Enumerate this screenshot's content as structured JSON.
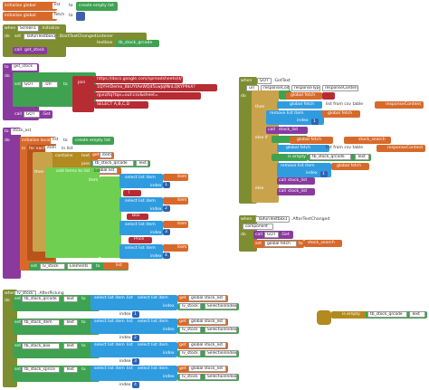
{
  "top_blocks": {
    "init_global_1": "initialize global",
    "init_global_1_var": "list",
    "init_global_1_to": "to",
    "init_global_1_value": "create empty list",
    "init_global_2": "initialize global",
    "init_global_2_var": "fetch",
    "init_global_2_to": "to"
  },
  "screen_init": {
    "when": "when",
    "component": "Screen1",
    "event": ".Initialize",
    "do": "do",
    "set_label": "set",
    "target": "TaifunTextbox1",
    "property": ".StartTextChangedListener",
    "textbox_label": "textbox",
    "textbox_value": "tb_stock_qrcode",
    "call_label": "call",
    "call_proc": "get_stock"
  },
  "to_get_stock": {
    "to": "to",
    "name": "get_stock",
    "do": "do",
    "set": "set",
    "target": "GOT",
    "property": ".Url",
    "to_label": "to",
    "join": "join",
    "url1": "https://docs.google.com/spreadsheets/d/",
    "url2": "1QYHrDemo_6bUYtAeWQd5LwJqtNnLQKYP9kX?",
    "url3": "/gviz/tq?tqx=out:csv&sheet=",
    "url4": "SELECT A,B,C,D",
    "call_label": "call",
    "call_target": "GOT",
    "call_method": ".Get"
  },
  "to_stock_list": {
    "to": "to",
    "name": "stock_list",
    "do": "do",
    "init_local": "initialize local",
    "local_var": "list",
    "local_to": "to",
    "local_value": "create empty list",
    "in": "in",
    "for_each": "for each",
    "item": "item",
    "in_list": "in list",
    "contains_label": "contains",
    "contains_text": "text",
    "piece_label": "piece",
    "piece_target": "tb_stock_qrcode",
    "piece_prop": "Text",
    "get_label": "get",
    "global_list": "global list",
    "then": "then",
    "add_items": "add items to list",
    "list_label": "list",
    "get_list": "list",
    "item_label": "item",
    "select_list_item": "select list item",
    "list_kw": "list",
    "get_item": "item",
    "index_kw": "index",
    "idx1": "1",
    "idx2": "2",
    "idx3": "3",
    "idx4": "4",
    "sep1": "|",
    "sep2": "Box",
    "sep3": "Price",
    "set_elements": "set",
    "elements_target": "lv_stock",
    "elements_prop": "Elements",
    "elements_to": "to",
    "get_list2": "list"
  },
  "got_event": {
    "when": "when",
    "component": "GOT",
    "event": ".GotText",
    "args": [
      "url",
      "responseCode",
      "responseType",
      "responseContent"
    ],
    "do": "do",
    "set_label": "set",
    "global_fetch": "global fetch",
    "to_label": "to",
    "list_from_csv": "list from csv table",
    "text_label": "text",
    "get_response": "responseContent",
    "then": "then",
    "remove_list_item": "remove list item",
    "list_kw": "list",
    "get_fetch": "global fetch",
    "index_kw": "index",
    "idx": "1",
    "call_label": "call",
    "call_proc": "stock_list",
    "else_if": "else if",
    "not_empty": "is empty",
    "stock_search": "stock_search",
    "else": "else",
    "is_empty": "is empty",
    "qrcode": "tb_stock_qrcode",
    "text_prop": "Text",
    "call2": "stock_list"
  },
  "taifun_event": {
    "when": "when",
    "component": "TaifunTextbox1",
    "event": ".AfterTextChanged",
    "arg": "component",
    "do": "do",
    "call_label": "call",
    "call_target": "GOT",
    "call_method": ".Get",
    "set_label": "set",
    "global_target": "global fetch",
    "to_label": "to",
    "value": "stock_search"
  },
  "lv_after_picking": {
    "when": "when",
    "component": "lv_stock",
    "event": ".AfterPicking",
    "do": "do",
    "rows": [
      {
        "set": "set",
        "target": "tb_stock_qrcode",
        "prop": "Text",
        "to": "to",
        "index_lit": "1"
      },
      {
        "set": "set",
        "target": "tb_stock_item",
        "prop": "Text",
        "to": "to",
        "index_lit": "2"
      },
      {
        "set": "set",
        "target": "tb_stock_box",
        "prop": "Text",
        "to": "to",
        "index_lit": "3"
      },
      {
        "set": "set",
        "target": "tb_stock_sprice",
        "prop": "Text",
        "to": "to",
        "index_lit": "4"
      }
    ],
    "select_list_item": "select list item",
    "list_kw": "list",
    "index_kw": "index",
    "get_label": "get",
    "global_stock": "global stock_list",
    "selection_target": "lv_stock",
    "selection_prop": "SelectionIndex"
  },
  "floating_block": {
    "is_empty": "is empty",
    "target": "tb_stock_qrcode",
    "prop": "Text"
  }
}
